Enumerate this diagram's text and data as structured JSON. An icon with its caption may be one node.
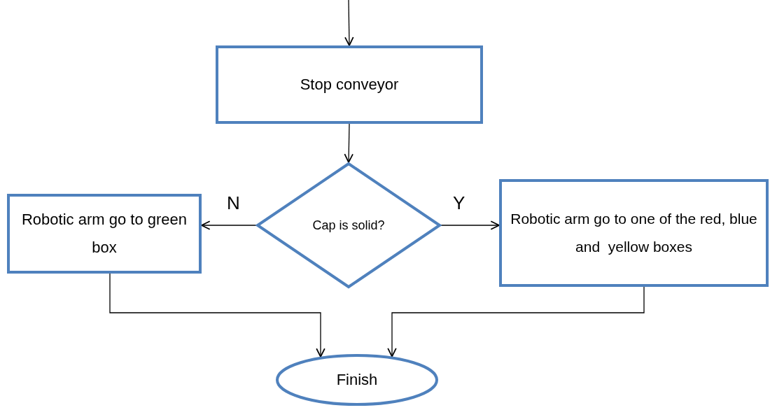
{
  "diagram": {
    "nodes": [
      {
        "text": [
          "Stop conveyor"
        ]
      },
      {
        "text": [
          "Cap is solid?"
        ]
      },
      {
        "text": [
          "Robotic arm go to green box"
        ]
      },
      {
        "text": [
          "Robotic arm go to one of the red, blue and  yellow boxes"
        ]
      },
      {
        "text": [
          "Finish"
        ]
      }
    ],
    "edges": [
      {
        "from": null,
        "to": 0,
        "arrow": "to"
      },
      {
        "from": 0,
        "to": 1,
        "arrow": "to"
      },
      {
        "from": 1,
        "to": 2,
        "arrow": "to",
        "label": "N"
      },
      {
        "from": 1,
        "to": 3,
        "arrow": "to",
        "label": "Y"
      },
      {
        "from": 2,
        "to": 4,
        "arrow": "to"
      },
      {
        "from": 3,
        "to": 4,
        "arrow": "to"
      }
    ]
  }
}
